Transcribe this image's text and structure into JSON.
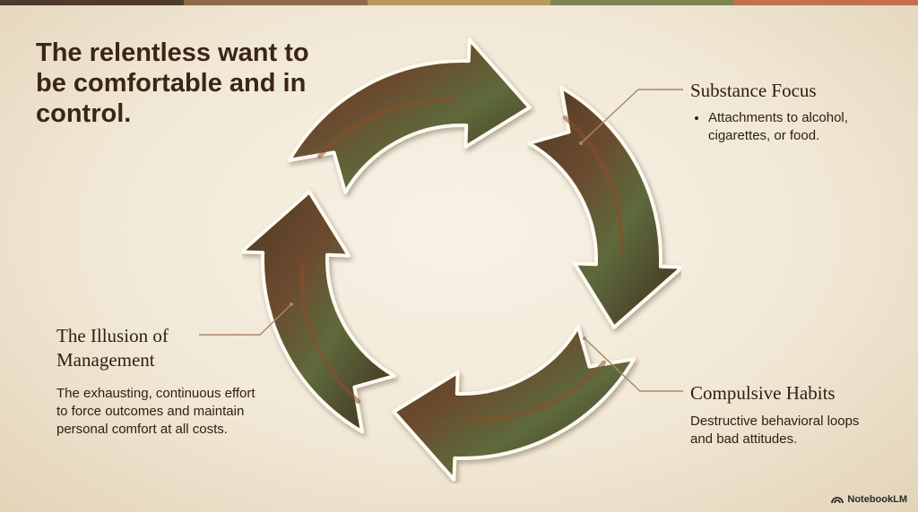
{
  "colors": {
    "top_bar": [
      "#4f3b2c",
      "#8c6a4a",
      "#b99a5c",
      "#7d8653",
      "#c2714f"
    ],
    "arrow_fill": "#5a4430",
    "arrow_rust": "#8a4e2a",
    "arrow_moss": "#5e6a3c",
    "arrow_outline": "#fffaf0",
    "leader_line": "#a98865"
  },
  "title": "The relentless want to be comfortable and in control.",
  "callouts": {
    "substance": {
      "heading": "Substance Focus",
      "bullets": [
        "Attachments to alcohol, cigarettes, or food."
      ]
    },
    "habits": {
      "heading": "Compulsive Habits",
      "body": "Destructive behavioral loops and bad attitudes."
    },
    "illusion": {
      "heading": "The Illusion of Management",
      "body": "The exhausting, continuous effort to force outcomes and maintain personal comfort at all costs."
    }
  },
  "diagram": {
    "type": "cycle",
    "arrows": 4,
    "direction": "clockwise",
    "icon": "circular-arrows-icon"
  },
  "brand": {
    "label": "NotebookLM",
    "icon": "notebooklm-logo-icon"
  }
}
